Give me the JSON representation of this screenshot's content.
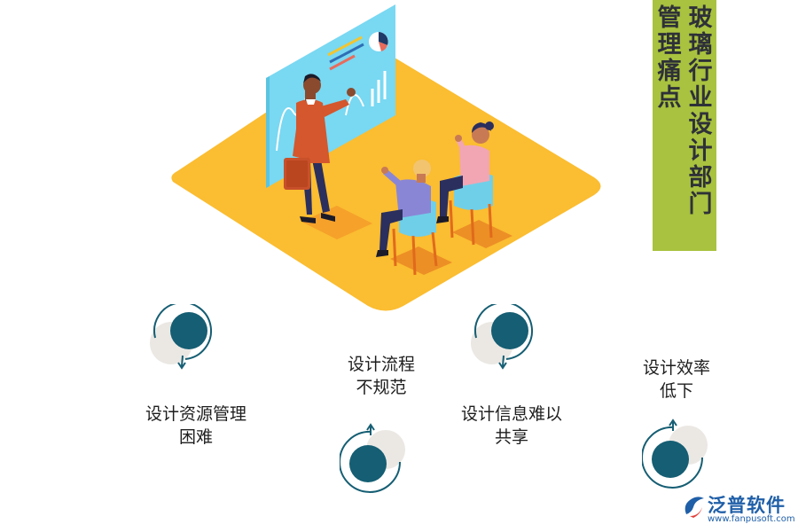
{
  "title": {
    "main": "玻璃行业设计部门",
    "sub": "管理痛点"
  },
  "pain_points": [
    {
      "line1": "设计资源管理",
      "line2": "困难"
    },
    {
      "line1": "设计流程",
      "line2": "不规范"
    },
    {
      "line1": "设计信息难以",
      "line2": "共享"
    },
    {
      "line1": "设计效率",
      "line2": "低下"
    }
  ],
  "logo": {
    "name": "泛普软件",
    "url": "www.fanpusoft.com"
  },
  "colors": {
    "banner": "#a9c23f",
    "floor": "#fbbd31",
    "node_dark": "#155e73",
    "node_light": "#ebe8e4",
    "board": "#7fd9f2"
  }
}
